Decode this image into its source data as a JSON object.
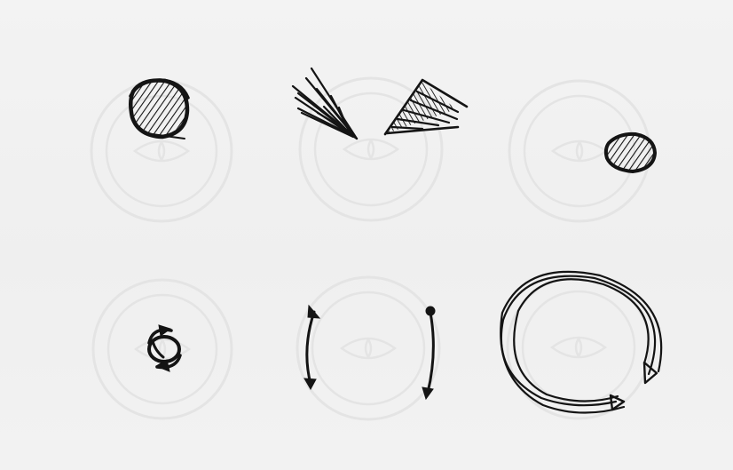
{
  "sheet": {
    "paper_color": "#f1f1f1",
    "ink_color": "#141414",
    "watermark_color": "#e4e4e4"
  },
  "gesture_sketches": [
    {
      "row": 1,
      "col": 1,
      "icon": "filled-hatched-circle-top-left-icon"
    },
    {
      "row": 1,
      "col": 2,
      "icon": "hatched-wedges-pinch-icon"
    },
    {
      "row": 1,
      "col": 3,
      "icon": "filled-hatched-circle-right-icon"
    },
    {
      "row": 2,
      "col": 1,
      "icon": "small-rotate-arrows-icon"
    },
    {
      "row": 2,
      "col": 2,
      "icon": "vertical-swipe-arcs-icon"
    },
    {
      "row": 2,
      "col": 3,
      "icon": "large-loop-arrow-icon"
    }
  ]
}
